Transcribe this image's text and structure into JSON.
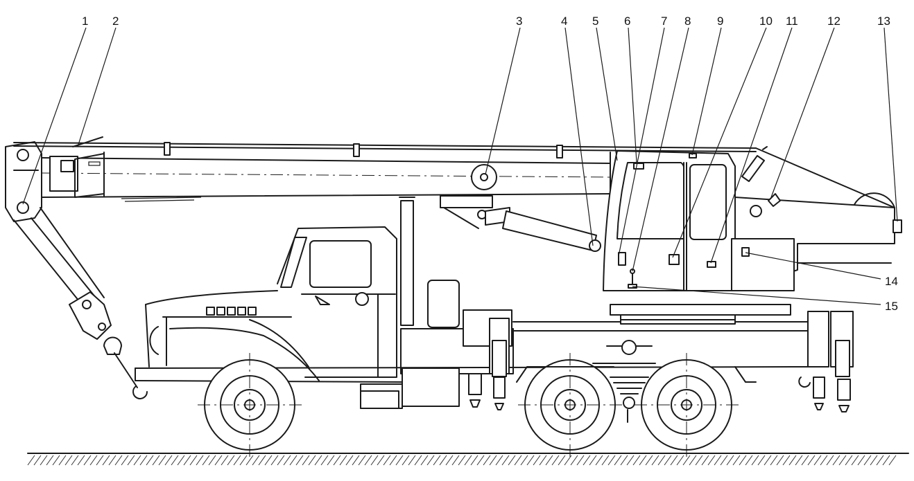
{
  "callouts": [
    {
      "id": "1",
      "label": "1"
    },
    {
      "id": "2",
      "label": "2"
    },
    {
      "id": "3",
      "label": "3"
    },
    {
      "id": "4",
      "label": "4"
    },
    {
      "id": "5",
      "label": "5"
    },
    {
      "id": "6",
      "label": "6"
    },
    {
      "id": "7",
      "label": "7"
    },
    {
      "id": "8",
      "label": "8"
    },
    {
      "id": "9",
      "label": "9"
    },
    {
      "id": "10",
      "label": "10"
    },
    {
      "id": "11",
      "label": "11"
    },
    {
      "id": "12",
      "label": "12"
    },
    {
      "id": "13",
      "label": "13"
    },
    {
      "id": "14",
      "label": "14"
    },
    {
      "id": "15",
      "label": "15"
    }
  ],
  "colors": {
    "ink": "#1a1a1a",
    "paper": "#ffffff"
  }
}
